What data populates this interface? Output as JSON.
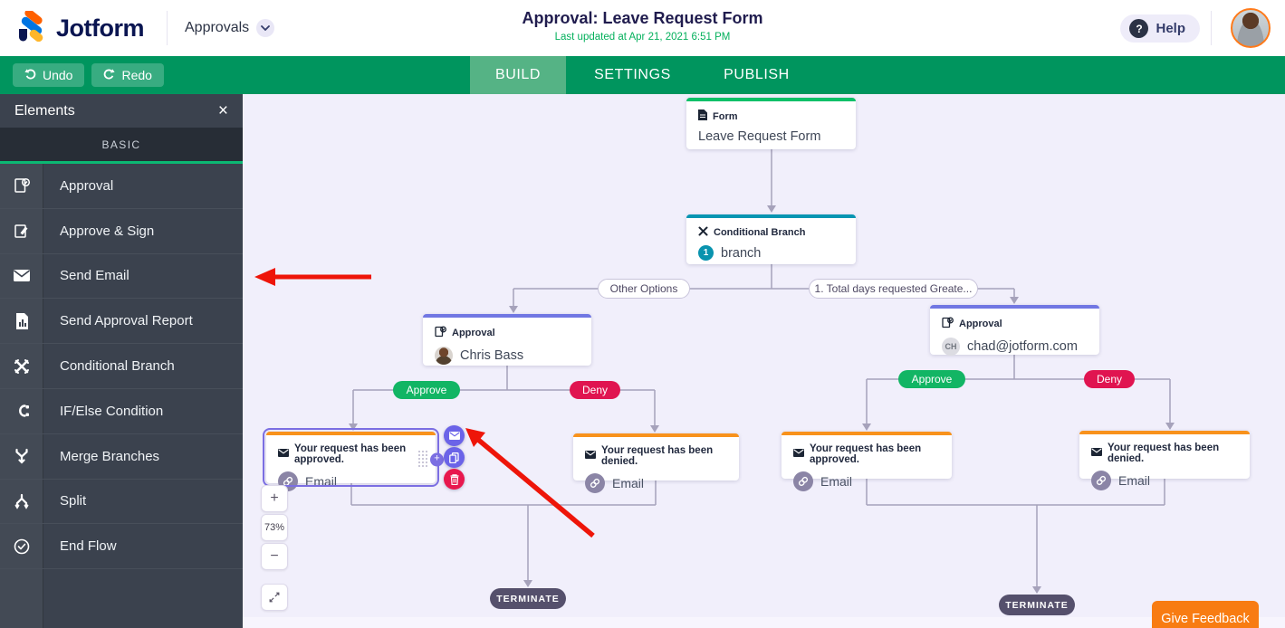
{
  "header": {
    "brand": "Jotform",
    "nav": "Approvals",
    "title": "Approval: Leave Request Form",
    "subtitle": "Last updated at Apr 21, 2021 6:51 PM",
    "help_label": "Help",
    "help_icon": "?",
    "icons": [
      "jotform-logo-icon",
      "chevron-down-icon",
      "question-icon",
      "avatar"
    ]
  },
  "toolbar": {
    "undo": "Undo",
    "redo": "Redo",
    "tabs": [
      "BUILD",
      "SETTINGS",
      "PUBLISH"
    ],
    "active_tab": "BUILD"
  },
  "sidebar": {
    "title": "Elements",
    "close_icon": "×",
    "section": "BASIC",
    "items": [
      {
        "label": "Approval",
        "icon": "approval-icon"
      },
      {
        "label": "Approve & Sign",
        "icon": "approve-sign-icon"
      },
      {
        "label": "Send Email",
        "icon": "send-email-icon"
      },
      {
        "label": "Send Approval Report",
        "icon": "report-icon"
      },
      {
        "label": "Conditional Branch",
        "icon": "conditional-branch-icon"
      },
      {
        "label": "IF/Else Condition",
        "icon": "if-else-icon"
      },
      {
        "label": "Merge Branches",
        "icon": "merge-branches-icon"
      },
      {
        "label": "Split",
        "icon": "split-icon"
      },
      {
        "label": "End Flow",
        "icon": "end-flow-icon"
      }
    ]
  },
  "flow": {
    "form": {
      "type": "Form",
      "name": "Leave Request Form"
    },
    "branch": {
      "type": "Conditional Branch",
      "badge": "1",
      "name": "branch"
    },
    "branch_labels": {
      "left": "Other Options",
      "right": "1. Total days requested Greate..."
    },
    "approval_left": {
      "type": "Approval",
      "name": "Chris Bass"
    },
    "approval_right": {
      "type": "Approval",
      "initials": "CH",
      "name": "chad@jotform.com"
    },
    "outcome": {
      "approve": "Approve",
      "deny": "Deny"
    },
    "emails": {
      "approved": "Your request has been approved.",
      "denied": "Your request has been denied.",
      "tag": "Email"
    },
    "terminate": "TERMINATE"
  },
  "canvas": {
    "zoom_in": "+",
    "zoom_level": "73%",
    "zoom_out": "−",
    "feedback": "Give Feedback"
  },
  "colors": {
    "toolbar_green": "#00955e",
    "active_tab_green": "#55b385",
    "sidebar_dark": "#3b424e",
    "canvas_bg": "#f1effb",
    "accent_form": "#0cc068",
    "accent_branch": "#0795b2",
    "accent_approval": "#7177e3",
    "accent_email": "#f8921c",
    "approve_green": "#12b564",
    "deny_red": "#e01450",
    "terminate_purple": "#55506c",
    "selection_purple": "#7b6ee2",
    "annotation_red": "#ee1509",
    "feedback_orange": "#f87c12"
  }
}
